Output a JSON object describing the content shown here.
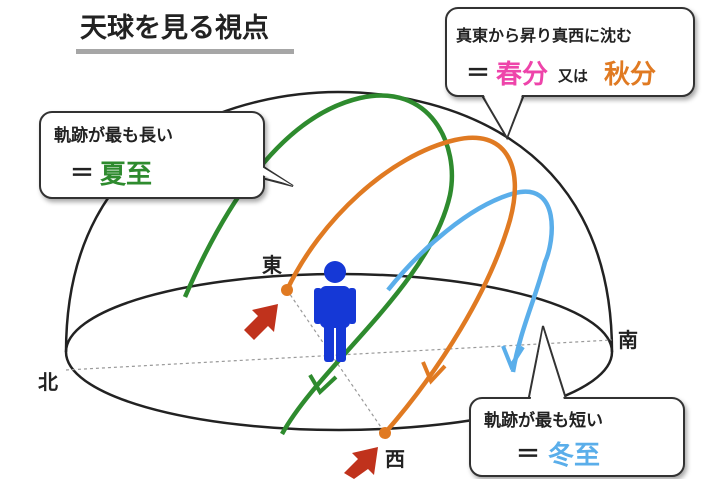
{
  "title": "天球を見る視点",
  "labels": {
    "east": "東",
    "west": "西",
    "south": "南",
    "north": "北"
  },
  "callouts": {
    "summer": {
      "line1": "軌跡が最も長い",
      "eq": "＝",
      "term": "夏至"
    },
    "equinox": {
      "line1": "真東から昇り真西に沈む",
      "eq": "＝",
      "spring": "春分",
      "or": "又は",
      "autumn": "秋分"
    },
    "winter": {
      "line1": "軌跡が最も短い",
      "eq": "＝",
      "term": "冬至"
    }
  },
  "colors": {
    "summer": "#2e8b2e",
    "equinox": "#e07a22",
    "winter": "#5aaeea",
    "spring_text": "#ee44aa",
    "person": "#1538d6",
    "arrow_marker": "#c0321c",
    "underline": "#a6a6a6"
  },
  "icons": {
    "observer": "person-icon",
    "sunrise_marker": "arrow-up-right-icon"
  }
}
